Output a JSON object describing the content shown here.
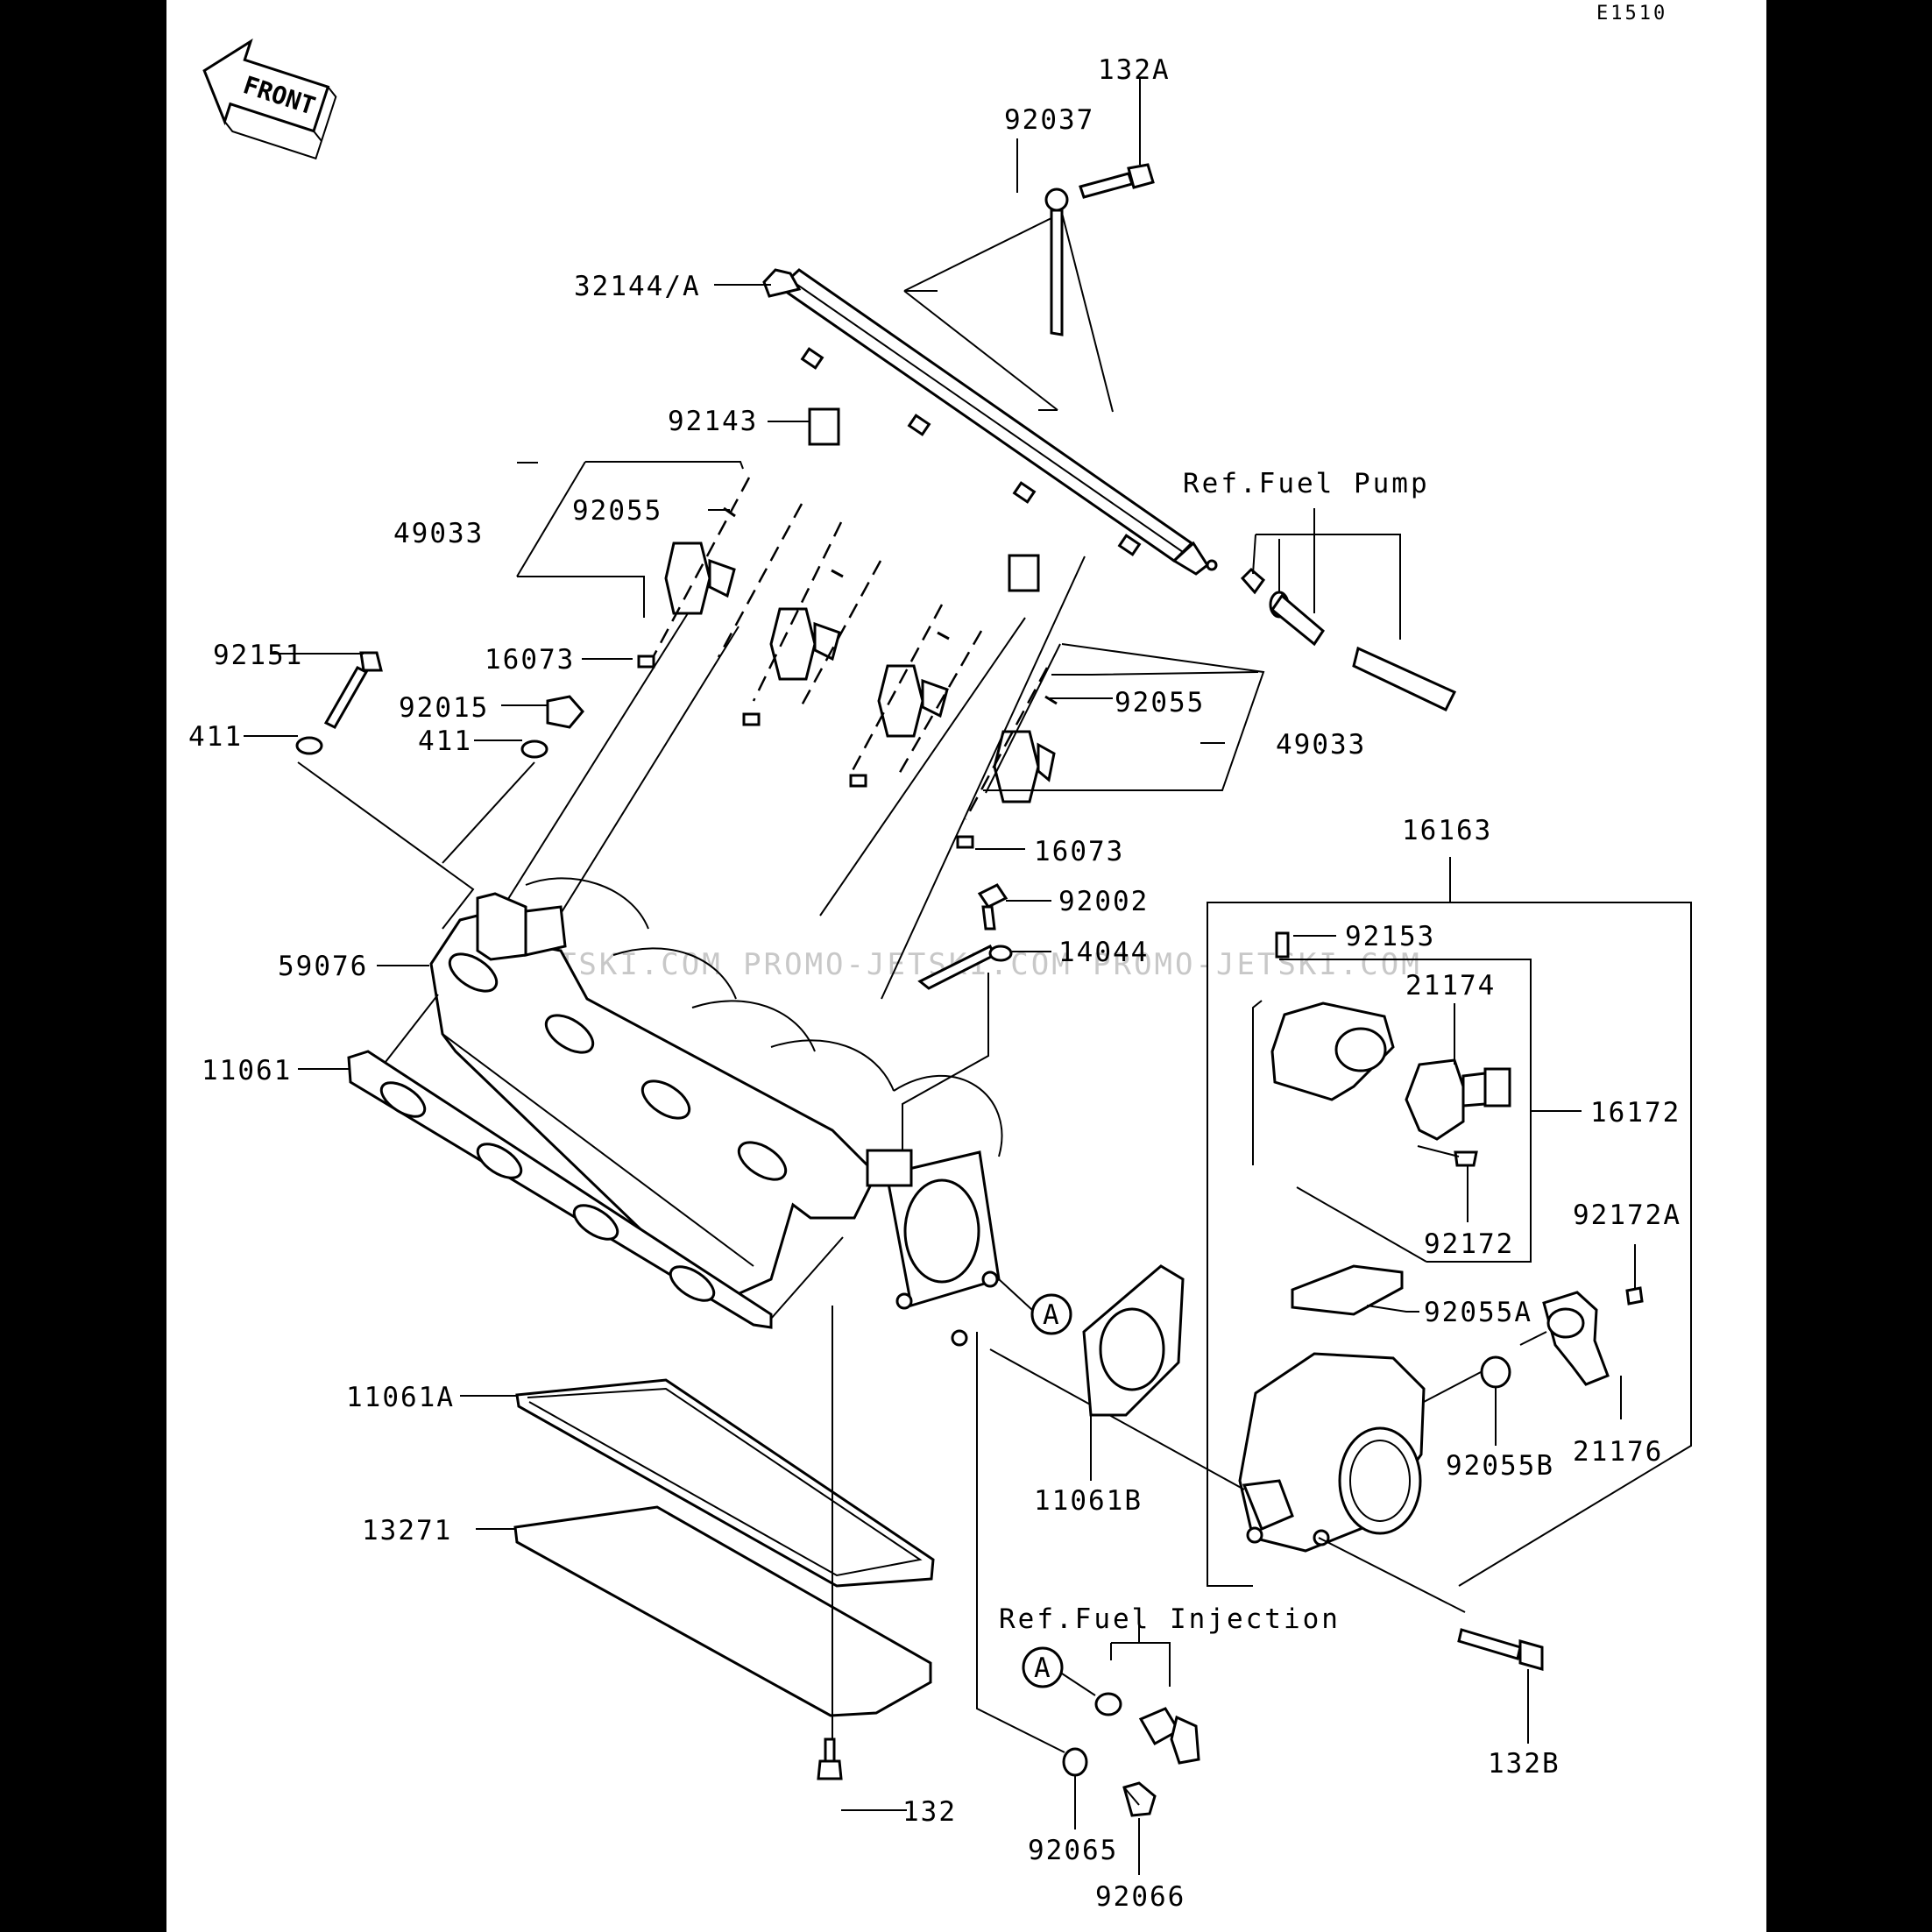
{
  "diagram_code": "E1510",
  "front_badge": "FRONT",
  "watermark": "JETSKI.COM   PROMO-JETSKI.COM   PROMO-JETSKI.COM",
  "labels": {
    "p132A": "132A",
    "p92037": "92037",
    "p32144A": "32144/A",
    "p92143": "92143",
    "p49033_left": "49033",
    "p92055_left": "92055",
    "p92151": "92151",
    "p16073_top": "16073",
    "p92015": "92015",
    "p411_left": "411",
    "p411_right": "411",
    "p92055_right": "92055",
    "p49033_right": "49033",
    "p16073_bottom": "16073",
    "p16163": "16163",
    "p92002": "92002",
    "p14044": "14044",
    "p92153": "92153",
    "p59076": "59076",
    "p21174": "21174",
    "p11061": "11061",
    "p16172": "16172",
    "p92172A": "92172A",
    "p92172": "92172",
    "p92055A": "92055A",
    "p11061A": "11061A",
    "p92055B": "92055B",
    "p21176": "21176",
    "p11061B": "11061B",
    "p13271": "13271",
    "p132B": "132B",
    "p132": "132",
    "p92065": "92065",
    "p92066": "92066"
  },
  "refs": {
    "fuel_pump": "Ref.Fuel Pump",
    "fuel_injection": "Ref.Fuel Injection"
  },
  "callout_A": "A"
}
